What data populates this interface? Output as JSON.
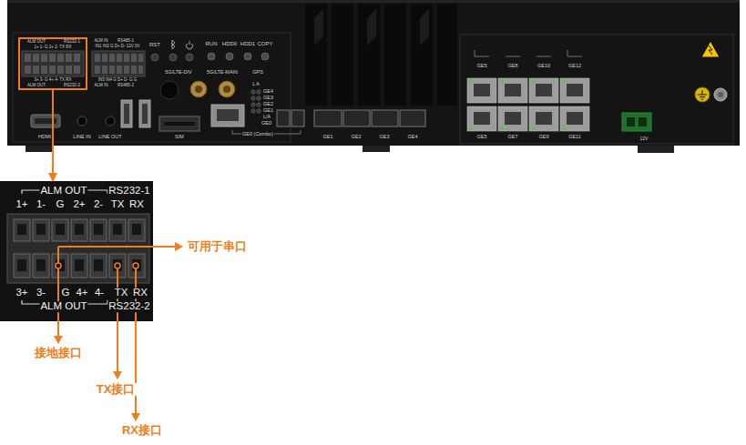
{
  "diagram": {
    "nodes": [
      {
        "text": [
          "ALM IN",
          "RS485-1",
          "IN1 IN2 G D+ D- 12V 0V",
          "IN3 IN4 G D+ D- G G",
          "ALM IN",
          "RS485-2",
          "RST",
          "RUN",
          "HDD0",
          "HDD1",
          "COPY",
          "5G/LTE-DIV",
          "5G/LTE-MAIN",
          "GPS",
          "L A",
          "GE4",
          "GE3",
          "GE2",
          "GE1",
          "L/A",
          "GE0",
          "HDMI",
          "LINE IN",
          "LINE OUT",
          "SIM",
          "GE0 (Combo)",
          "GE1",
          "GE2",
          "GE3",
          "GE4",
          "GE5",
          "GE8",
          "GE10",
          "GE12",
          "GE5",
          "GE7",
          "GE9",
          "GE11",
          "12V"
        ]
      },
      {
        "text": [
          "ALM OUT",
          "RS232-1",
          "1+ 1- G 2+ 2- TX RX",
          "3+ 3- G 4+ 4- TX RX",
          "ALM OUT",
          "RS232-2"
        ],
        "in": 0
      },
      {
        "text": [
          "ALM OUT",
          "RS232-1",
          "1+",
          "1-",
          "G",
          "2+",
          "2-",
          "TX",
          "RX",
          "3+",
          "3-",
          "G",
          "4+",
          "4-",
          "TX",
          "RX",
          "ALM OUT",
          "RS232-2"
        ]
      }
    ],
    "edges": [
      {
        "from": 1,
        "to": 2,
        "arrow": "to"
      }
    ],
    "labels": [
      "可用于串口",
      "接地接口",
      "TX接口",
      "RX接口"
    ]
  }
}
